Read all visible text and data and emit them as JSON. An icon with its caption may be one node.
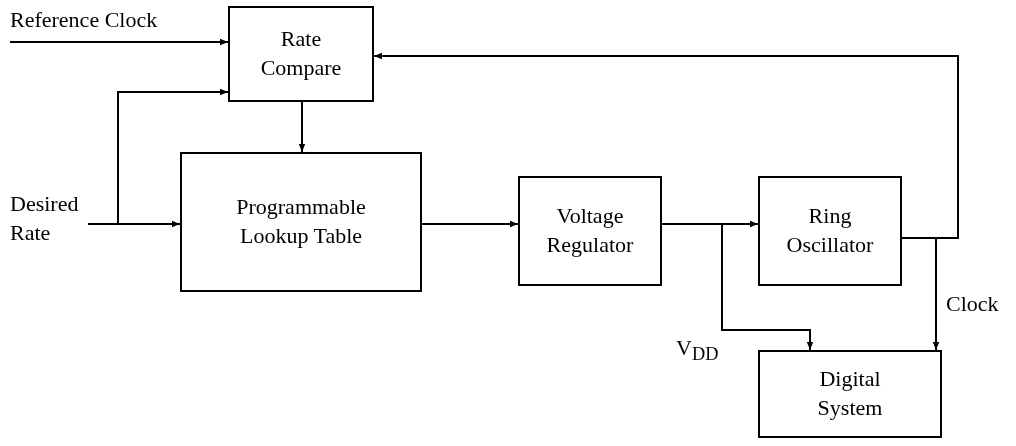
{
  "diagram": {
    "nodes": [
      {
        "text": [
          "Reference Clock"
        ]
      },
      {
        "text": [
          "Rate Compare"
        ]
      },
      {
        "text": [
          "Desired Rate"
        ]
      },
      {
        "text": [
          "Programmable Lookup Table"
        ]
      },
      {
        "text": [
          "Voltage Regulator"
        ]
      },
      {
        "text": [
          "Ring Oscillator"
        ]
      },
      {
        "text": [
          "Digital System"
        ]
      }
    ],
    "edges": [
      {
        "from": 0,
        "to": 1,
        "arrow": "to"
      },
      {
        "from": 2,
        "to": 3,
        "arrow": "to"
      },
      {
        "from": 2,
        "to": 1,
        "arrow": "to"
      },
      {
        "from": 1,
        "to": 3,
        "arrow": "to"
      },
      {
        "from": 3,
        "to": 4,
        "arrow": "to"
      },
      {
        "from": 4,
        "to": 5,
        "arrow": "to"
      },
      {
        "from": 4,
        "to": 6,
        "arrow": "to",
        "label": "V$_{DD}$"
      },
      {
        "from": 5,
        "to": 6,
        "arrow": "to",
        "label": "Clock"
      },
      {
        "from": 5,
        "to": 1,
        "arrow": "to"
      }
    ]
  }
}
